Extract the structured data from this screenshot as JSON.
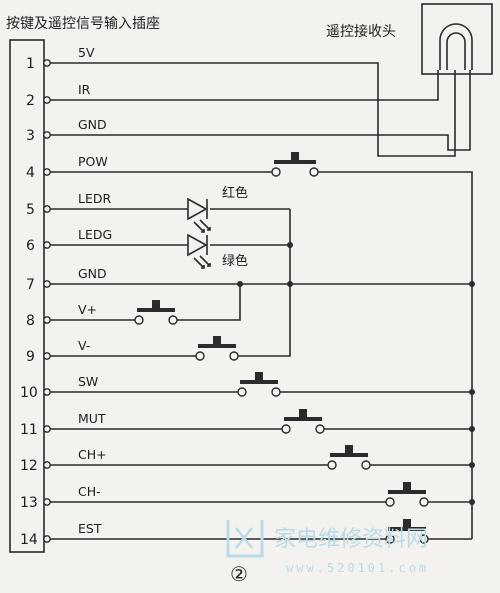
{
  "header": {
    "connector_title": "按键及遥控信号输入插座",
    "receiver_title": "遥控接收头"
  },
  "pins": [
    {
      "number": "1",
      "signal": "5V"
    },
    {
      "number": "2",
      "signal": "IR"
    },
    {
      "number": "3",
      "signal": "GND"
    },
    {
      "number": "4",
      "signal": "POW"
    },
    {
      "number": "5",
      "signal": "LEDR"
    },
    {
      "number": "6",
      "signal": "LEDG"
    },
    {
      "number": "7",
      "signal": "GND"
    },
    {
      "number": "8",
      "signal": "V+"
    },
    {
      "number": "9",
      "signal": "V-"
    },
    {
      "number": "10",
      "signal": "SW"
    },
    {
      "number": "11",
      "signal": "MUT"
    },
    {
      "number": "12",
      "signal": "CH+"
    },
    {
      "number": "13",
      "signal": "CH-"
    },
    {
      "number": "14",
      "signal": "EST"
    }
  ],
  "leds": {
    "red_label": "红色",
    "green_label": "绿色"
  },
  "figure_number": "②",
  "watermark": {
    "text": "家电维修资料网",
    "url": "www.520101.com"
  }
}
